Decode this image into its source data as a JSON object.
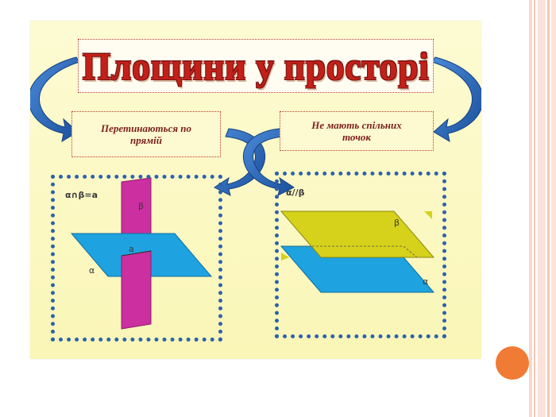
{
  "title": "Площини у просторі",
  "left_label": "Перетинаються по прямій",
  "right_label": "Не мають спільних точок",
  "left_panel": {
    "formula": "α∩β=a",
    "alpha": "α",
    "beta": "β",
    "line": "a"
  },
  "right_panel": {
    "formula": "α//β",
    "alpha": "α",
    "beta": "β"
  },
  "colors": {
    "slide_background": "#faf6bc",
    "title_red": "#c4201a",
    "arrow_blue": "#1f5fb0",
    "panel_border": "#2e62a8",
    "plane_blue": "#1ea3e0",
    "plane_magenta": "#cc2fa0",
    "plane_olive": "#d6d11a",
    "orange_circle": "#f07b35"
  }
}
